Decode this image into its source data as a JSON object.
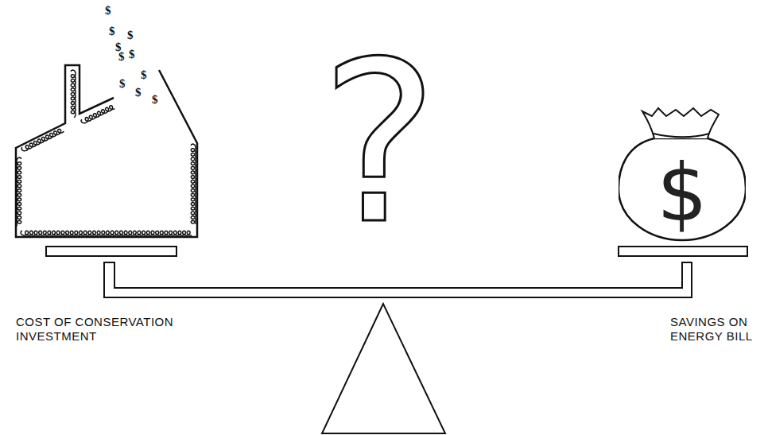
{
  "diagram": {
    "nodes": [
      {
        "text": [
          "$"
        ]
      }
    ],
    "labels": [
      "$",
      "$",
      "$",
      "$",
      "$",
      "$",
      "$",
      "$",
      "$",
      "$",
      "?",
      "COST OF CONSERVATION INVESTMENT",
      "SAVINGS ON ENERGY BILL"
    ]
  }
}
